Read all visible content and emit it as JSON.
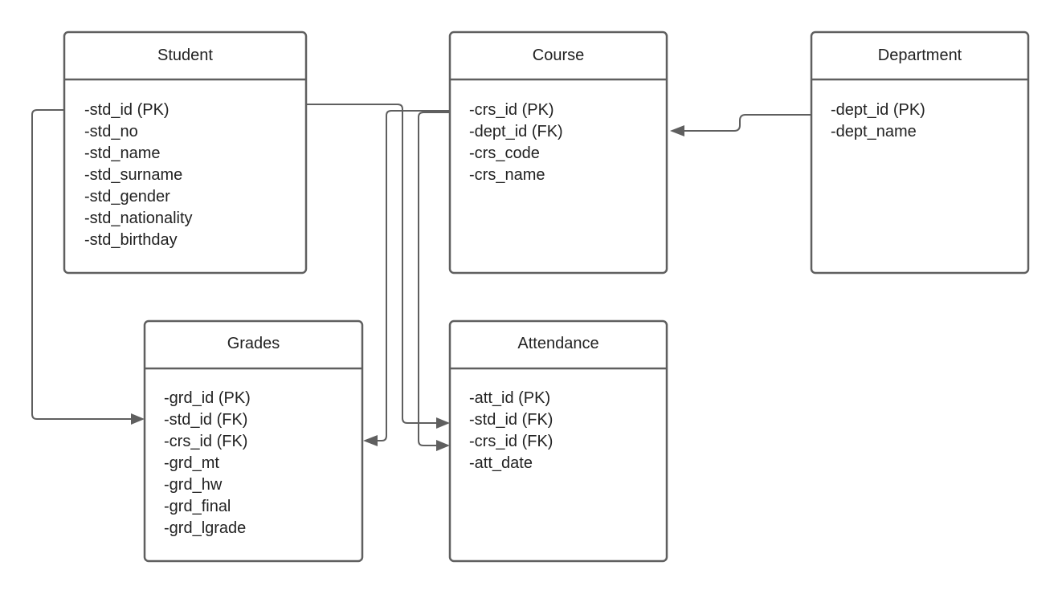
{
  "entities": {
    "student": {
      "title": "Student",
      "attributes": [
        "-std_id (PK)",
        "-std_no",
        "-std_name",
        "-std_surname",
        "-std_gender",
        "-std_nationality",
        "-std_birthday"
      ]
    },
    "course": {
      "title": "Course",
      "attributes": [
        "-crs_id (PK)",
        "-dept_id (FK)",
        "-crs_code",
        "-crs_name"
      ]
    },
    "department": {
      "title": "Department",
      "attributes": [
        "-dept_id (PK)",
        "-dept_name"
      ]
    },
    "grades": {
      "title": "Grades",
      "attributes": [
        "-grd_id (PK)",
        "-std_id (FK)",
        "-crs_id (FK)",
        "-grd_mt",
        "-grd_hw",
        "-grd_final",
        "-grd_lgrade"
      ]
    },
    "attendance": {
      "title": "Attendance",
      "attributes": [
        "-att_id (PK)",
        "-std_id (FK)",
        "-crs_id (FK)",
        "-att_date"
      ]
    }
  },
  "relationships": [
    {
      "from": "Department",
      "to": "Course"
    },
    {
      "from": "Student",
      "to": "Grades"
    },
    {
      "from": "Course",
      "to": "Grades"
    },
    {
      "from": "Student",
      "to": "Attendance"
    },
    {
      "from": "Course",
      "to": "Attendance"
    }
  ],
  "colors": {
    "line": "#5f5f5f",
    "text": "#222222",
    "background": "#ffffff"
  }
}
